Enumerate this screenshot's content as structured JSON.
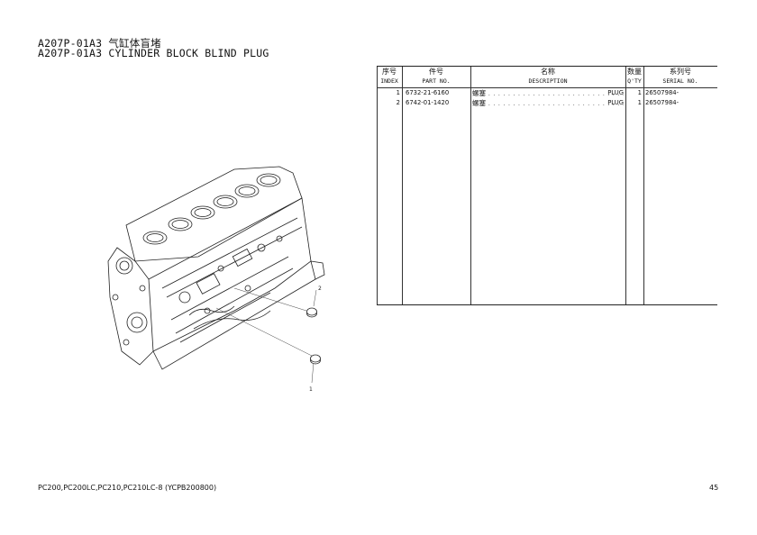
{
  "title": {
    "line1": "A207P-01A3 气缸体盲堵",
    "line2": "A207P-01A3 CYLINDER BLOCK BLIND PLUG"
  },
  "illustration": {
    "callouts": [
      "2",
      "1"
    ]
  },
  "table": {
    "headers": {
      "index": {
        "cn": "序号",
        "en": "INDEX"
      },
      "part_no": {
        "cn": "件号",
        "en": "PART NO."
      },
      "description": {
        "cn": "名称",
        "en": "DESCRIPTION"
      },
      "qty": {
        "cn": "数量",
        "en": "Q'TY"
      },
      "serial": {
        "cn": "系列号",
        "en": "SERIAL NO."
      }
    },
    "rows": [
      {
        "index": "1",
        "part_no": "6732-21-6160",
        "desc_cn": "螺塞",
        "desc_en": "PLUG",
        "qty": "1",
        "serial": "26507984-"
      },
      {
        "index": "2",
        "part_no": "6742-01-1420",
        "desc_cn": "螺塞",
        "desc_en": "PLUG",
        "qty": "1",
        "serial": "26507984-"
      }
    ]
  },
  "footer": {
    "models": "PC200,PC200LC,PC210,PC210LC-8 (YCPB200800)",
    "page": "45"
  }
}
